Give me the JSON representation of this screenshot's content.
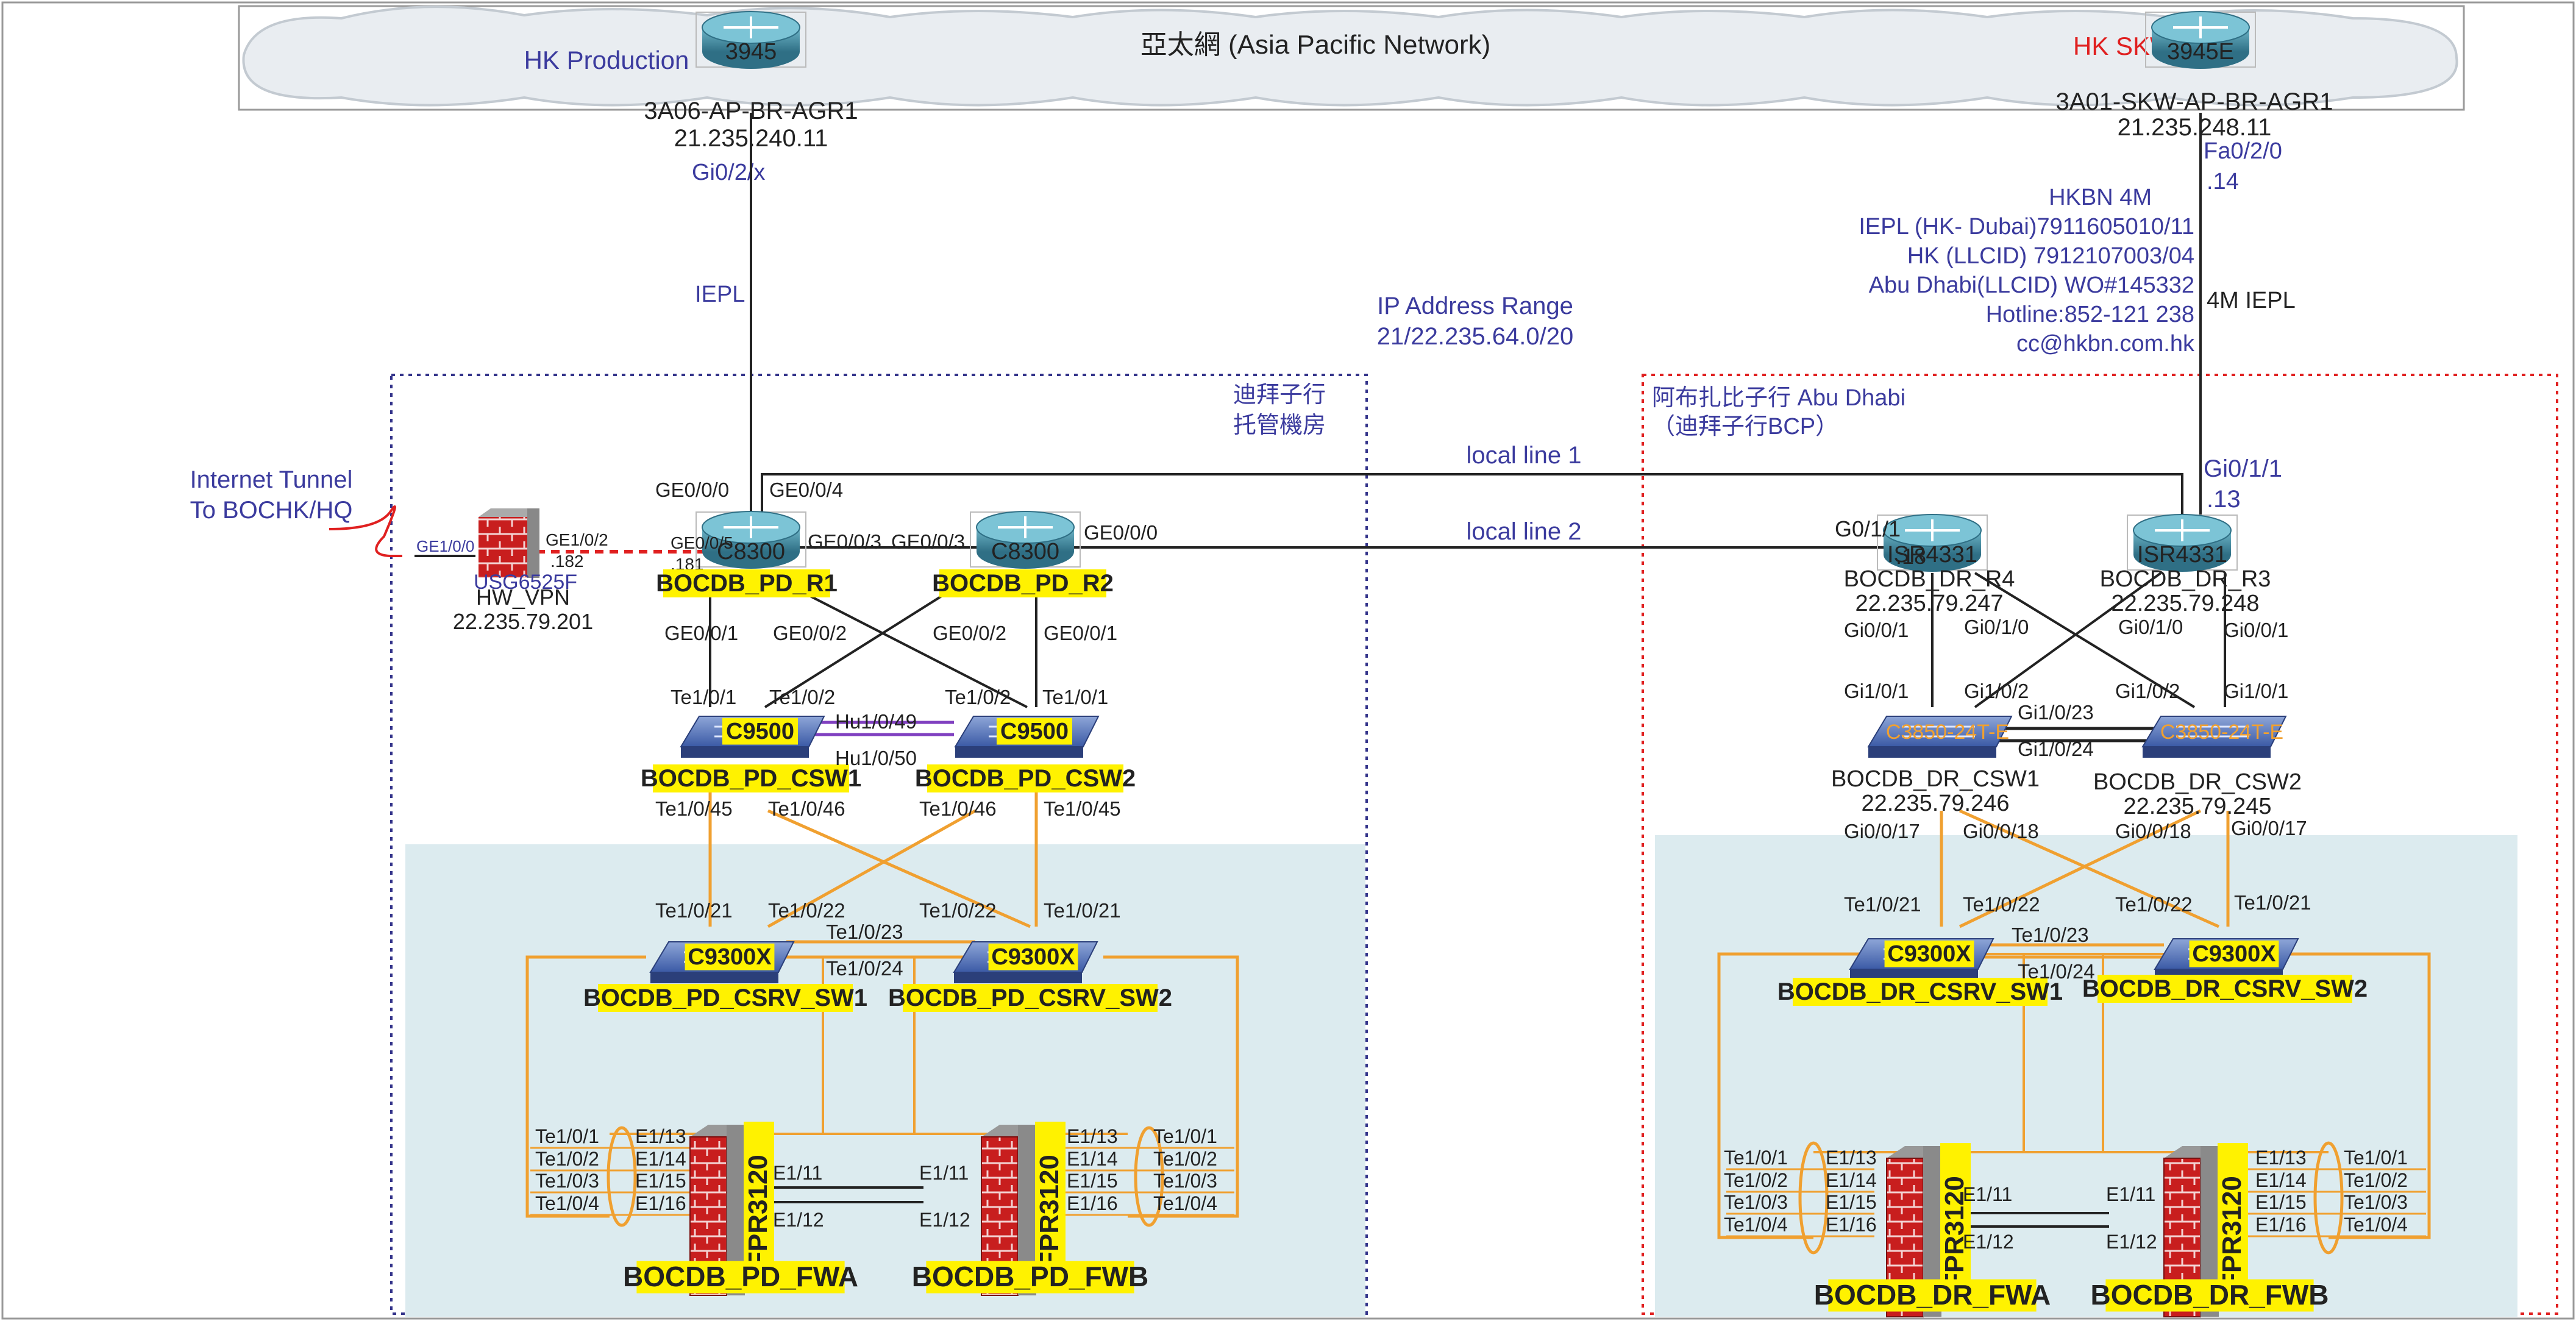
{
  "colors": {
    "label_blue": "#3b3b9e",
    "dr_red": "#e02020",
    "link_orange": "#f0a030",
    "hl_yellow": "#fff200",
    "panel_blue": "#dcebef",
    "stack_purple": "#8040c0",
    "line_black": "#222222"
  },
  "cloud": {
    "title": "亞太網 (Asia Pacific Network)"
  },
  "sites": {
    "hk_prod": "HK Production",
    "hk_dr": "HK SKW DR",
    "dubai_box_1": "迪拜子行",
    "dubai_box_2": "托管機房",
    "abudhabi_box_1": "阿布扎比子行 Abu Dhabi",
    "abudhabi_box_2": "（迪拜子行BCP）"
  },
  "wan": {
    "agr1": {
      "model": "3945",
      "name": "3A06-AP-BR-AGR1",
      "ip": "21.235.240.11",
      "port": "Gi0/2/x"
    },
    "agr2": {
      "model": "3945E",
      "name": "3A01-SKW-AP-BR-AGR1",
      "ip": "21.235.248.11",
      "port": "Fa0/2/0",
      "port_ip": ".14"
    },
    "iepl_left": "IEPL",
    "iepl_right": "4M IEPL",
    "hkbn": [
      "HKBN 4M",
      "IEPL (HK- Dubai)7911605010/11",
      "HK (LLCID) 7912107003/04",
      "Abu Dhabi(LLCID)  WO#145332",
      "Hotline:852-121 238",
      "cc@hkbn.com.hk"
    ],
    "ip_range_title": "IP Address Range",
    "ip_range": "21/22.235.64.0/20",
    "local_line_1": "local line 1",
    "local_line_2": "local line 2",
    "r3_up_port": "Gi0/1/1",
    "r3_up_ip": ".13"
  },
  "internet": {
    "line1": "Internet Tunnel",
    "line2": "To BOCHK/HQ"
  },
  "vpn": {
    "model": "USG6525F",
    "name": "HW_VPN",
    "ip": "22.235.79.201",
    "p1": "GE1/0/0",
    "p2": "GE1/0/2",
    "p2ip": ".182",
    "r1_port": "GE0/0/5",
    "r1_ip": ".181"
  },
  "pd": {
    "r1": {
      "model": "C8300",
      "name": "BOCDB_PD_R1",
      "up": "GE0/0/0",
      "cross": "GE0/0/4",
      "link": "GE0/0/3",
      "d1": "GE0/0/1",
      "d2": "GE0/0/2"
    },
    "r2": {
      "model": "C8300",
      "name": "BOCDB_PD_R2",
      "link": "GE0/0/3",
      "ll2": "GE0/0/0",
      "d1": "GE0/0/2",
      "d2": "GE0/0/1"
    },
    "csw1": {
      "model": "C9500",
      "name": "BOCDB_PD_CSW1",
      "u1": "Te1/0/1",
      "u2": "Te1/0/2",
      "d1": "Te1/0/45",
      "d2": "Te1/0/46"
    },
    "csw2": {
      "model": "C9500",
      "name": "BOCDB_PD_CSW2",
      "u1": "Te1/0/2",
      "u2": "Te1/0/1",
      "d1": "Te1/0/46",
      "d2": "Te1/0/45"
    },
    "stack": [
      "Hu1/0/49",
      "Hu1/0/50"
    ],
    "srv1": {
      "model": "C9300X",
      "name": "BOCDB_PD_CSRV_SW1",
      "u1": "Te1/0/21",
      "u2": "Te1/0/22"
    },
    "srv2": {
      "model": "C9300X",
      "name": "BOCDB_PD_CSRV_SW2",
      "u1": "Te1/0/22",
      "u2": "Te1/0/21"
    },
    "srv_links": [
      "Te1/0/23",
      "Te1/0/24"
    ],
    "fwa": {
      "model": "FPR3120",
      "name": "BOCDB_PD_FWA"
    },
    "fwb": {
      "model": "FPR3120",
      "name": "BOCDB_PD_FWB"
    }
  },
  "dr": {
    "r4": {
      "model": "ISR4331",
      "name": "BOCDB_DR_R4",
      "ip": "22.235.79.247",
      "ll2": "G0/1/1",
      "ll2ip": ".18",
      "d1": "Gi0/0/1",
      "d2": "Gi0/1/0"
    },
    "r3": {
      "model": "ISR4331",
      "name": "BOCDB_DR_R3",
      "ip": "22.235.79.248",
      "d1": "Gi0/1/0",
      "d2": "Gi0/0/1"
    },
    "csw1": {
      "model": "C3850-24T-E",
      "name": "BOCDB_DR_CSW1",
      "ip": "22.235.79.246",
      "u1": "Gi1/0/1",
      "u2": "Gi1/0/2",
      "d1": "Gi0/0/17",
      "d2": "Gi0/0/18"
    },
    "csw2": {
      "model": "C3850-24T-E",
      "name": "BOCDB_DR_CSW2",
      "ip": "22.235.79.245",
      "u1": "Gi1/0/2",
      "u2": "Gi1/0/1",
      "d1": "Gi0/0/18",
      "d2": "Gi0/0/17"
    },
    "csw_links": [
      "Gi1/0/23",
      "Gi1/0/24"
    ],
    "srv1": {
      "model": "C9300X",
      "name": "BOCDB_DR_CSRV_SW1",
      "u1": "Te1/0/21",
      "u2": "Te1/0/22"
    },
    "srv2": {
      "model": "C9300X",
      "name": "BOCDB_DR_CSRV_SW2",
      "u1": "Te1/0/22",
      "u2": "Te1/0/21"
    },
    "srv_links": [
      "Te1/0/23",
      "Te1/0/24"
    ],
    "fwa": {
      "model": "FPR3120",
      "name": "BOCDB_DR_FWA"
    },
    "fwb": {
      "model": "FPR3120",
      "name": "BOCDB_DR_FWB"
    }
  },
  "fw_ports": {
    "te": [
      "Te1/0/1",
      "Te1/0/2",
      "Te1/0/3",
      "Te1/0/4"
    ],
    "e": [
      "E1/13",
      "E1/14",
      "E1/15",
      "E1/16"
    ],
    "ha": [
      "E1/11",
      "E1/12"
    ]
  }
}
